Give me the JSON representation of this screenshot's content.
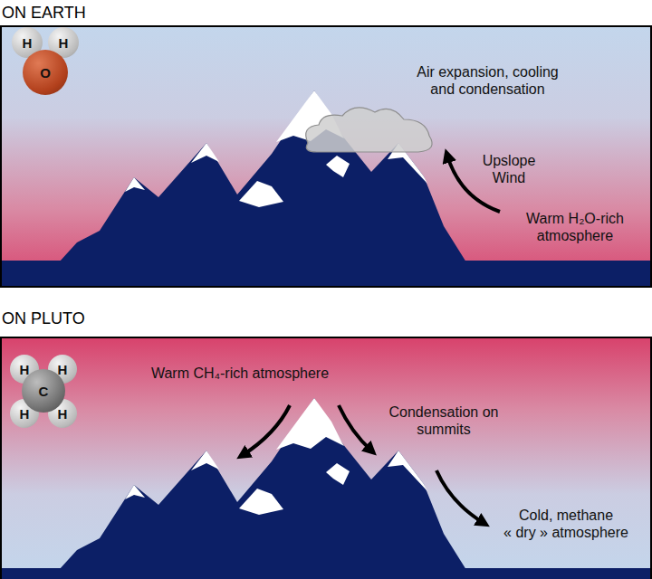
{
  "diagram": {
    "nodes": [
      {
        "text": [
          "ON EARTH"
        ]
      },
      {
        "text": [
          "H"
        ],
        "in": 0
      },
      {
        "text": [
          "H"
        ],
        "in": 0
      },
      {
        "text": [
          "O"
        ],
        "in": 0
      },
      {
        "text": [
          "ON PLUTO"
        ]
      },
      {
        "text": [
          "H"
        ],
        "in": 4
      },
      {
        "text": [
          "H"
        ],
        "in": 4
      },
      {
        "text": [
          "C"
        ],
        "in": 4
      },
      {
        "text": [
          "H"
        ],
        "in": 4
      },
      {
        "text": [
          "H"
        ],
        "in": 4
      }
    ],
    "labels": [
      "Air expansion, cooling and condensation",
      "Upslope Wind",
      "Warm H₂O-rich atmosphere",
      "Warm CH₄-rich atmosphere",
      "Condensation on summits",
      "Cold, methane « dry » atmosphere"
    ]
  }
}
